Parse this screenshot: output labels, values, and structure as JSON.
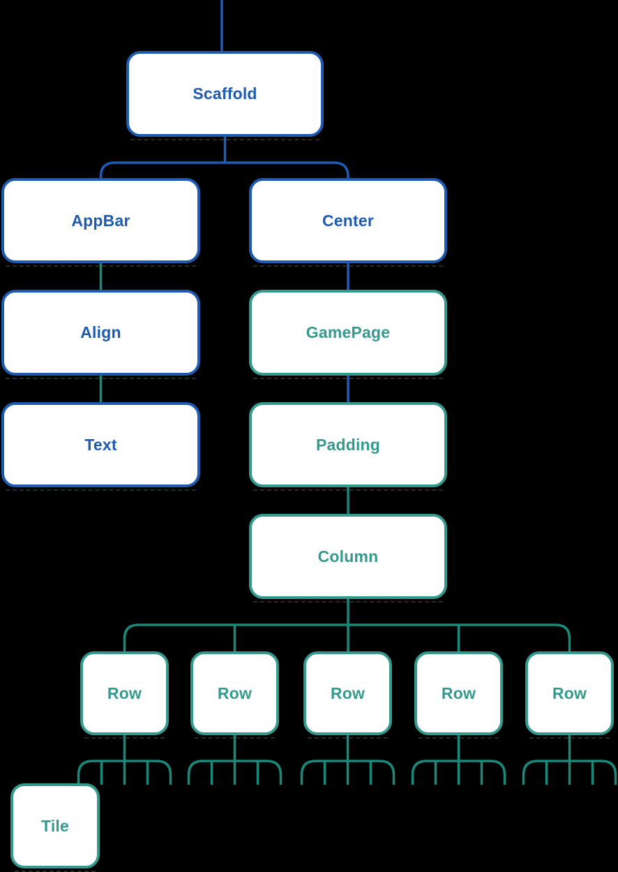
{
  "colors": {
    "background": "#000000",
    "node_fill": "#ffffff",
    "node_blue": "#1e5bb0",
    "node_teal": "#36998e",
    "edge_blue": "#1f5cb5",
    "edge_teal": "#19897c",
    "shadow_dash": "#4d4d4d"
  },
  "nodes": {
    "scaffold": {
      "label": "Scaffold",
      "color": "blue"
    },
    "appbar": {
      "label": "AppBar",
      "color": "blue"
    },
    "center": {
      "label": "Center",
      "color": "blue"
    },
    "align": {
      "label": "Align",
      "color": "blue"
    },
    "gamepage": {
      "label": "GamePage",
      "color": "teal"
    },
    "text": {
      "label": "Text",
      "color": "blue"
    },
    "padding": {
      "label": "Padding",
      "color": "teal"
    },
    "column": {
      "label": "Column",
      "color": "teal"
    },
    "rows": [
      {
        "label": "Row"
      },
      {
        "label": "Row"
      },
      {
        "label": "Row"
      },
      {
        "label": "Row"
      },
      {
        "label": "Row"
      }
    ],
    "tile": {
      "label": "Tile",
      "color": "teal"
    }
  },
  "tree": {
    "root_enters_from_top": true,
    "edges": [
      [
        "Scaffold",
        "AppBar"
      ],
      [
        "Scaffold",
        "Center"
      ],
      [
        "AppBar",
        "Align"
      ],
      [
        "Align",
        "Text"
      ],
      [
        "Center",
        "GamePage"
      ],
      [
        "GamePage",
        "Padding"
      ],
      [
        "Padding",
        "Column"
      ],
      [
        "Column",
        "Row"
      ],
      [
        "Column",
        "Row"
      ],
      [
        "Column",
        "Row"
      ],
      [
        "Column",
        "Row"
      ],
      [
        "Column",
        "Row"
      ],
      [
        "Row",
        "Tile"
      ]
    ],
    "child_stubs_per_row": 5,
    "visible_leaf_count": 1
  }
}
